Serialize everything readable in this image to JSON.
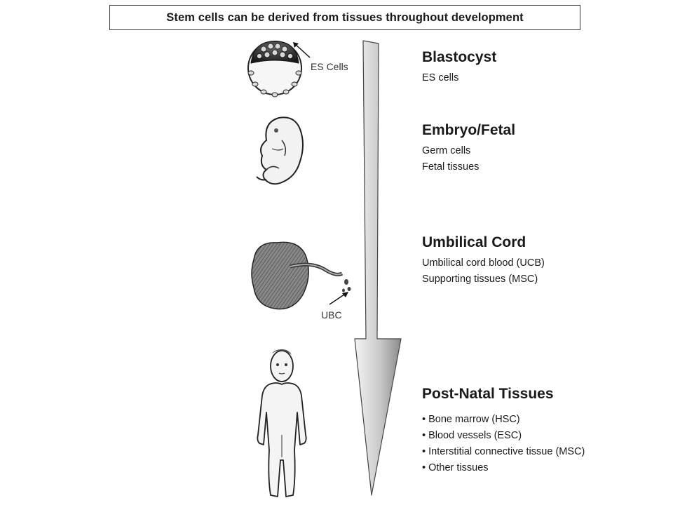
{
  "title": "Stem cells can be derived from tissues throughout development",
  "callouts": {
    "es_cells": "ES Cells",
    "ubc": "UBC"
  },
  "stages": [
    {
      "heading": "Blastocyst",
      "items": [
        "ES cells"
      ]
    },
    {
      "heading": "Embryo/Fetal",
      "items": [
        "Germ cells",
        "Fetal tissues"
      ]
    },
    {
      "heading": "Umbilical Cord",
      "items": [
        "Umbilical cord blood (UCB)",
        "Supporting tissues (MSC)"
      ]
    },
    {
      "heading": "Post-Natal Tissues",
      "items": [
        "• Bone marrow (HSC)",
        "• Blood vessels (ESC)",
        "• Interstitial connective tissue (MSC)",
        "• Other tissues"
      ]
    }
  ],
  "colors": {
    "arrow_light": "#f2f2f2",
    "arrow_dark": "#8c8c8c",
    "outline": "#333333"
  },
  "icons": [
    "blastocyst-illustration",
    "fetus-illustration",
    "umbilical-cord-illustration",
    "child-illustration",
    "timeline-arrow"
  ]
}
